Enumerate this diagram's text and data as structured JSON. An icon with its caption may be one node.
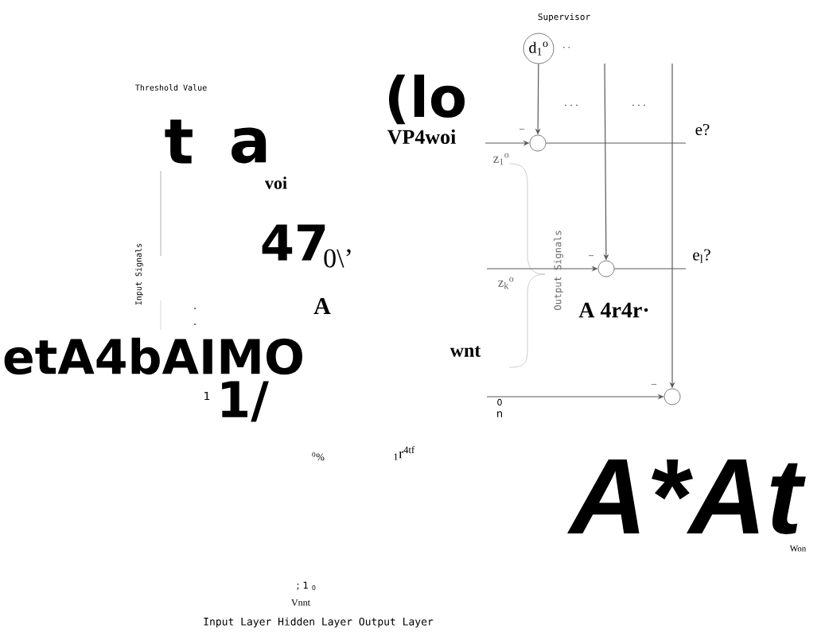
{
  "diagram": {
    "nodes": [
      {
        "text": [
          "d$_{1}$$^{o}$"
        ]
      },
      {
        "text": [],
        "shape": "circle"
      },
      {
        "text": [],
        "shape": "circle"
      },
      {
        "text": [],
        "shape": "circle"
      }
    ],
    "edges": [
      {
        "from": 0,
        "to": 1,
        "arrow": "to"
      },
      {
        "from": null,
        "to": 2,
        "arrow": "to"
      },
      {
        "from": null,
        "to": 3,
        "arrow": "to"
      },
      {
        "from": null,
        "to": 1,
        "arrow": "to"
      },
      {
        "from": null,
        "to": 2,
        "arrow": "to"
      },
      {
        "from": null,
        "to": 3,
        "arrow": "to"
      },
      {
        "from": 1,
        "to": null,
        "arrow": "none"
      },
      {
        "from": 2,
        "to": null,
        "arrow": "none"
      }
    ],
    "labels": [
      "Supervisor",
      "Threshold Value",
      "t",
      "a",
      "(lo",
      "VP4woi",
      "voi",
      "47",
      "0\\’",
      "A",
      "Input Signals",
      "·",
      "·",
      "wnt",
      "etA4bAIMO",
      "1",
      "1/",
      "$^{0}$%",
      "$_{1}$r$^{4tf}$",
      "; 1 $_{0}$",
      "Vnnt",
      "Input Layer Hidden Layer Output Layer",
      "· ·",
      "· · ·",
      "· · ·",
      "−",
      "−",
      "−",
      "z$_{1}$$^{o}$",
      "z$_{k}$$^{o}$",
      "Output Signals",
      "A 4r4r·",
      "e?",
      "e$_{l}$?",
      "0",
      "n",
      "A*At",
      "Won"
    ]
  }
}
